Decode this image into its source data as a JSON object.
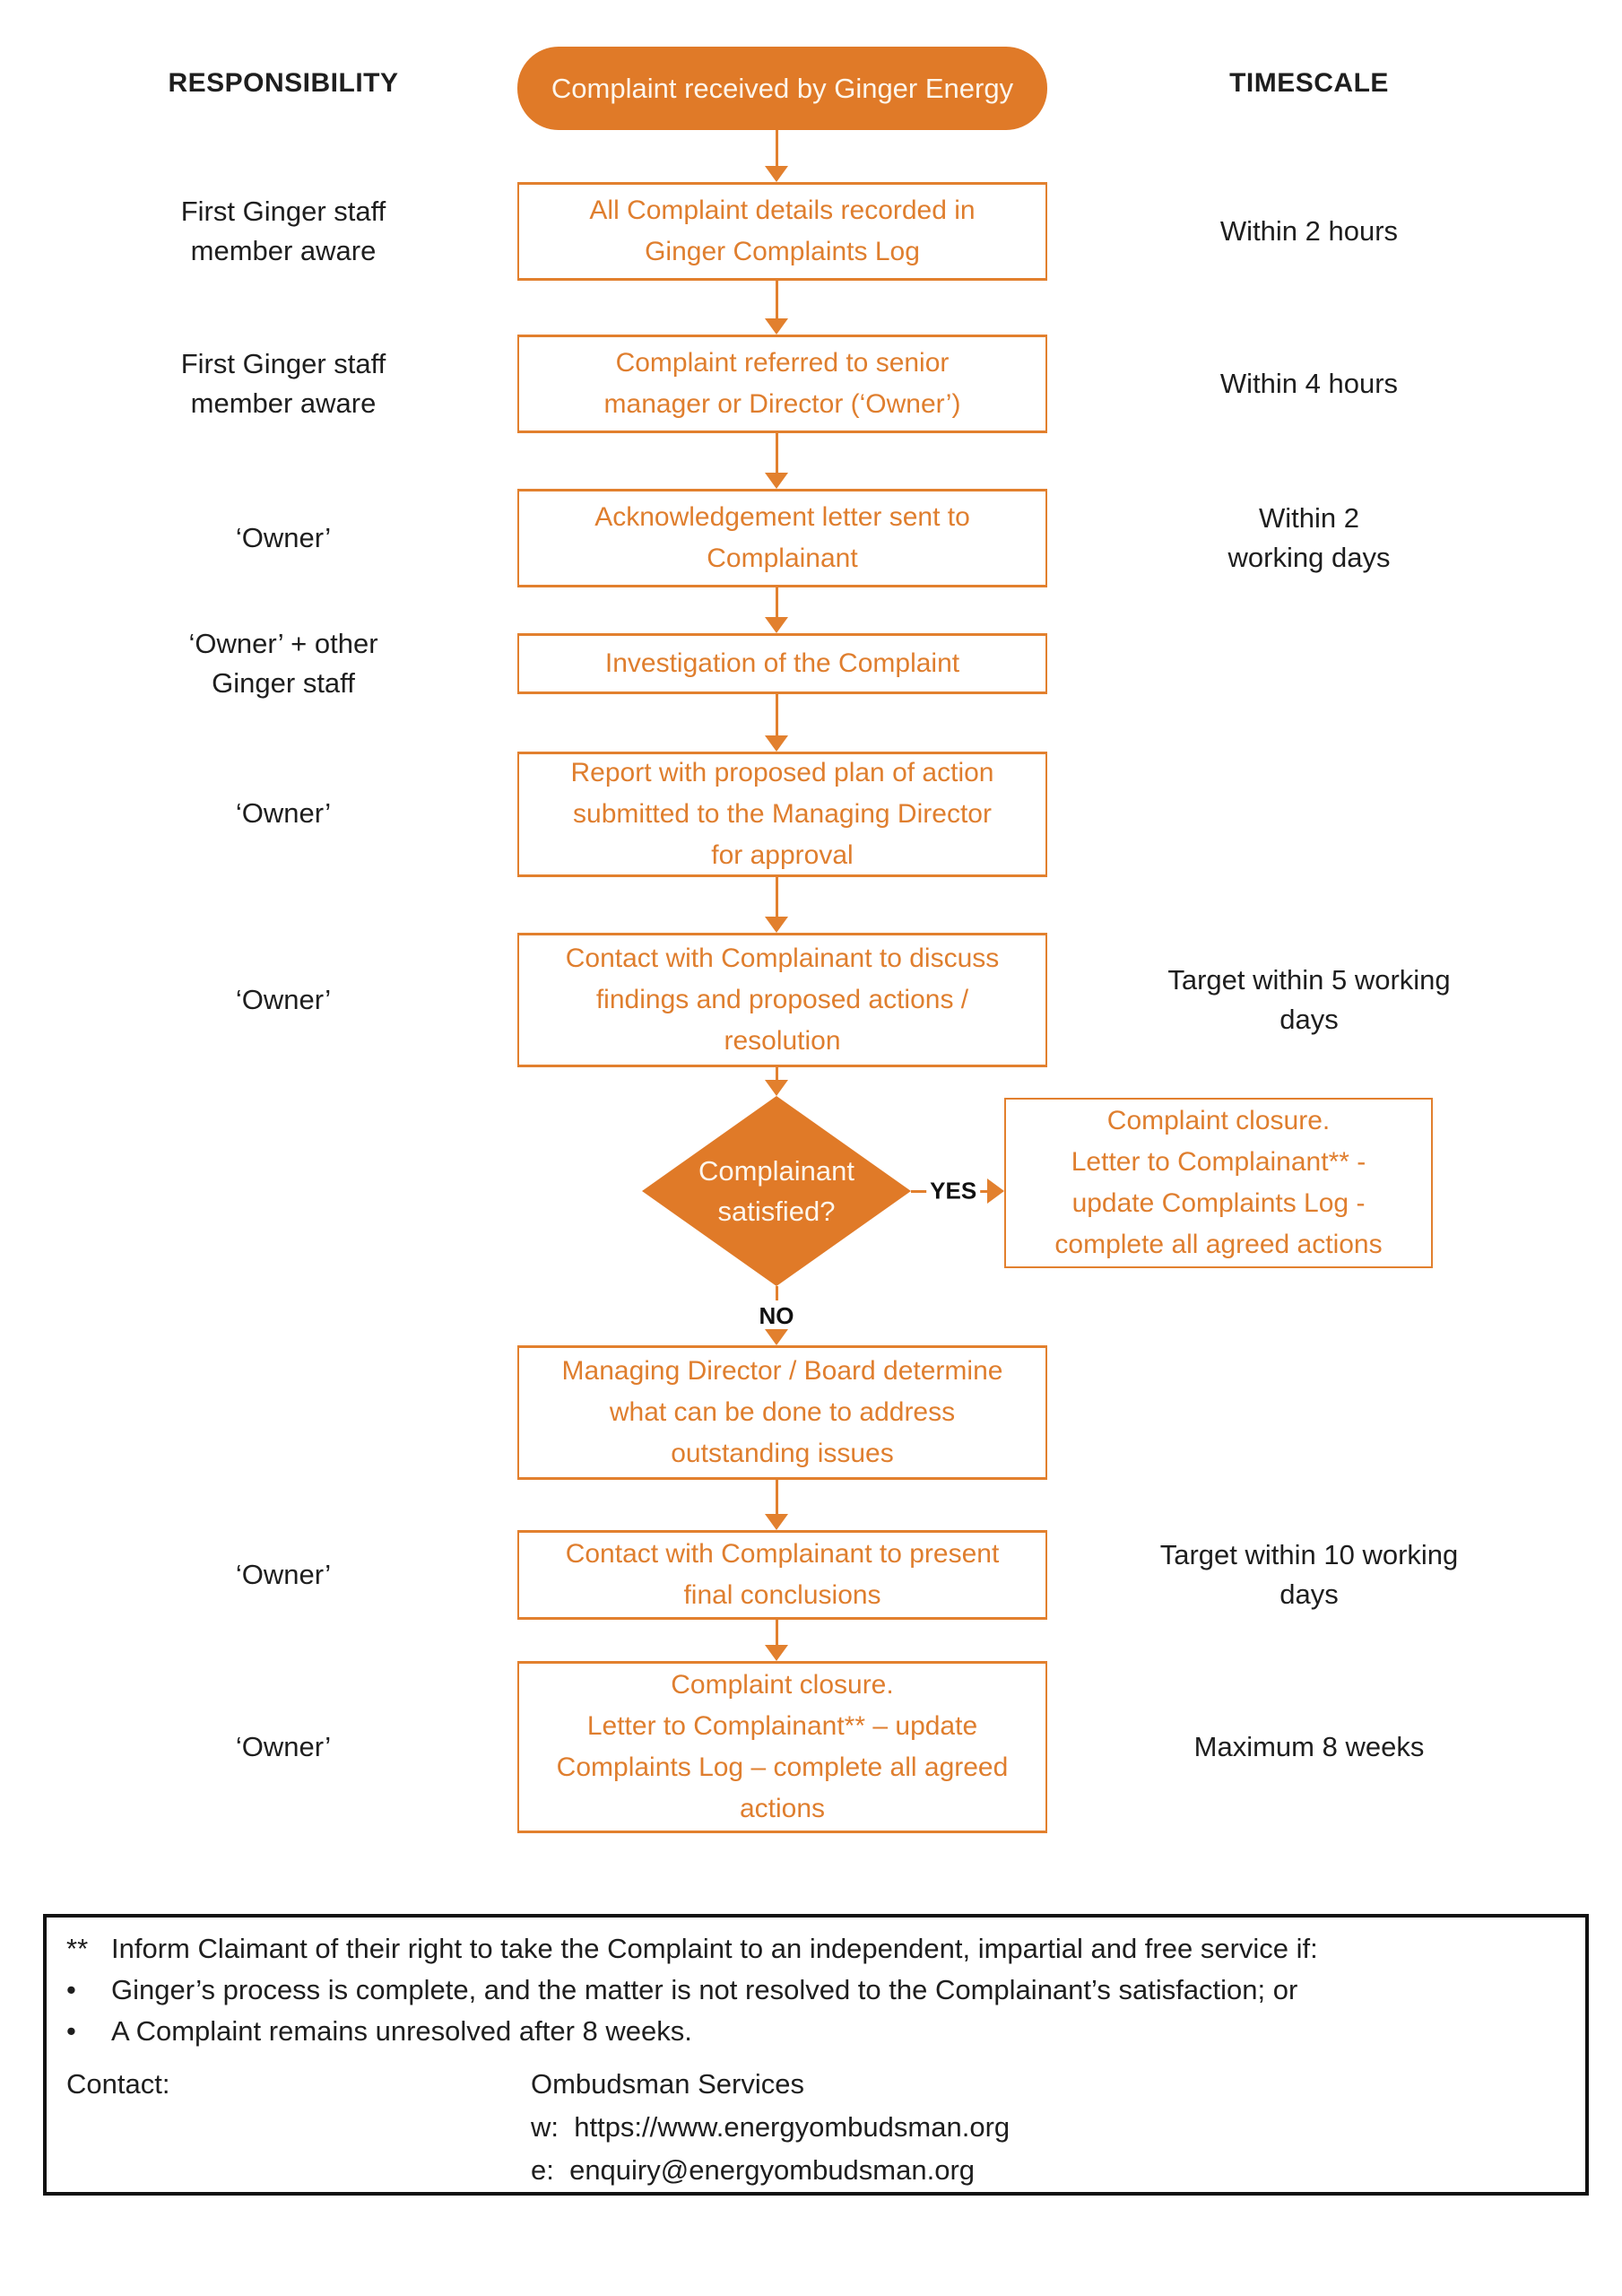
{
  "colors": {
    "accent_fill": "#E07A28",
    "accent_line": "#E2802E",
    "accent_text": "#DF7E2E",
    "label_text": "#1E1E1E",
    "start_text": "#FDF6EC"
  },
  "headers": {
    "responsibility": "RESPONSIBILITY",
    "timescale": "TIMESCALE"
  },
  "flow": {
    "start": "Complaint received by Ginger Energy",
    "steps": [
      {
        "text_lines": [
          "All Complaint details recorded in",
          "Ginger Complaints Log"
        ],
        "responsibility_lines": [
          "First Ginger staff",
          "member aware"
        ],
        "timescale_lines": [
          "Within 2 hours"
        ]
      },
      {
        "text_lines": [
          "Complaint referred to senior",
          "manager or Director (‘Owner’)"
        ],
        "responsibility_lines": [
          "First Ginger staff",
          "member aware"
        ],
        "timescale_lines": [
          "Within 4 hours"
        ]
      },
      {
        "text_lines": [
          "Acknowledgement letter sent to",
          "Complainant"
        ],
        "responsibility_lines": [
          "‘Owner’"
        ],
        "timescale_lines": [
          "Within 2",
          "working days"
        ]
      },
      {
        "text_lines": [
          "Investigation of the Complaint"
        ],
        "responsibility_lines": [
          "‘Owner’ + other",
          "Ginger staff"
        ],
        "timescale_lines": []
      },
      {
        "text_lines": [
          "Report with proposed plan of action",
          "submitted to the Managing Director",
          "for approval"
        ],
        "responsibility_lines": [
          "‘Owner’"
        ],
        "timescale_lines": []
      },
      {
        "text_lines": [
          "Contact with Complainant to discuss",
          "findings and proposed actions /",
          "resolution"
        ],
        "responsibility_lines": [
          "‘Owner’"
        ],
        "timescale_lines": [
          "Target within 5 working",
          "days"
        ]
      }
    ],
    "decision": {
      "text_lines": [
        "Complainant",
        "satisfied?"
      ],
      "yes_label": "YES",
      "no_label": "NO"
    },
    "yes_outcome": {
      "text_lines": [
        "Complaint closure.",
        "Letter to Complainant** -",
        "update Complaints Log -",
        "complete all agreed actions"
      ]
    },
    "after_no_steps": [
      {
        "text_lines": [
          "Managing Director / Board determine",
          "what can be done to address",
          "outstanding issues"
        ],
        "responsibility_lines": [],
        "timescale_lines": []
      },
      {
        "text_lines": [
          "Contact with Complainant to present",
          "final conclusions"
        ],
        "responsibility_lines": [
          "‘Owner’"
        ],
        "timescale_lines": [
          "Target within 10 working",
          "days"
        ]
      },
      {
        "text_lines": [
          "Complaint closure.",
          "Letter to Complainant** – update",
          "Complaints Log – complete all agreed",
          "actions"
        ],
        "responsibility_lines": [
          "‘Owner’"
        ],
        "timescale_lines": [
          "Maximum 8 weeks"
        ]
      }
    ]
  },
  "footnote": {
    "asterisks": "**",
    "intro": "Inform Claimant of their right to take the Complaint to an independent, impartial and free service if:",
    "bullet_char": "•",
    "bullets": [
      "Ginger’s process is complete, and the matter is not resolved to the Complainant’s satisfaction; or",
      "A Complaint remains unresolved after 8 weeks."
    ],
    "contact_label": "Contact:",
    "contact_name": "Ombudsman Services",
    "contact_web": "w:  https://www.energyombudsman.org",
    "contact_email": "e:  enquiry@energyombudsman.org"
  }
}
